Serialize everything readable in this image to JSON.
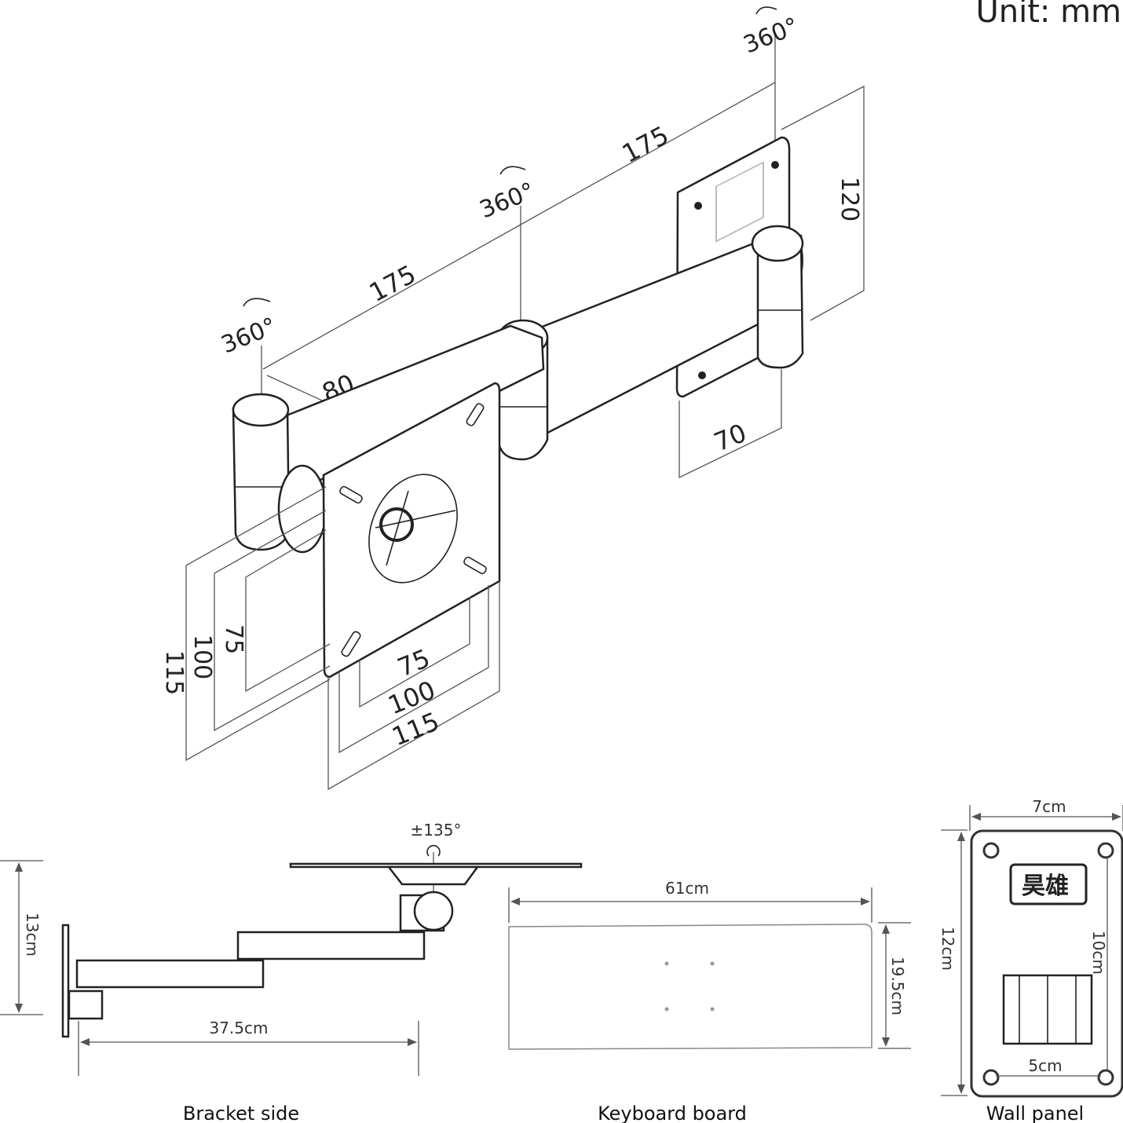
{
  "unit_label": "Unit: mm",
  "iso": {
    "rot_top": "360°",
    "rot_mid": "360°",
    "rot_left": "360°",
    "arm_upper": "175",
    "arm_lower": "175",
    "depth": "80",
    "plate_height": "120",
    "plate_width": "70",
    "vesa_v_115": "115",
    "vesa_v_100": "100",
    "vesa_v_75": "75",
    "vesa_h_75": "75",
    "vesa_h_100": "100",
    "vesa_h_115": "115"
  },
  "side": {
    "tilt": "±135°",
    "height": "13cm",
    "reach": "37.5cm",
    "caption": "Bracket side"
  },
  "keyboard": {
    "width": "61cm",
    "depth": "19.5cm",
    "caption": "Keyboard board"
  },
  "wall": {
    "width": "7cm",
    "height": "12cm",
    "hole_v": "10cm",
    "hole_h": "5cm",
    "logo": "昊雄",
    "caption": "Wall panel"
  }
}
